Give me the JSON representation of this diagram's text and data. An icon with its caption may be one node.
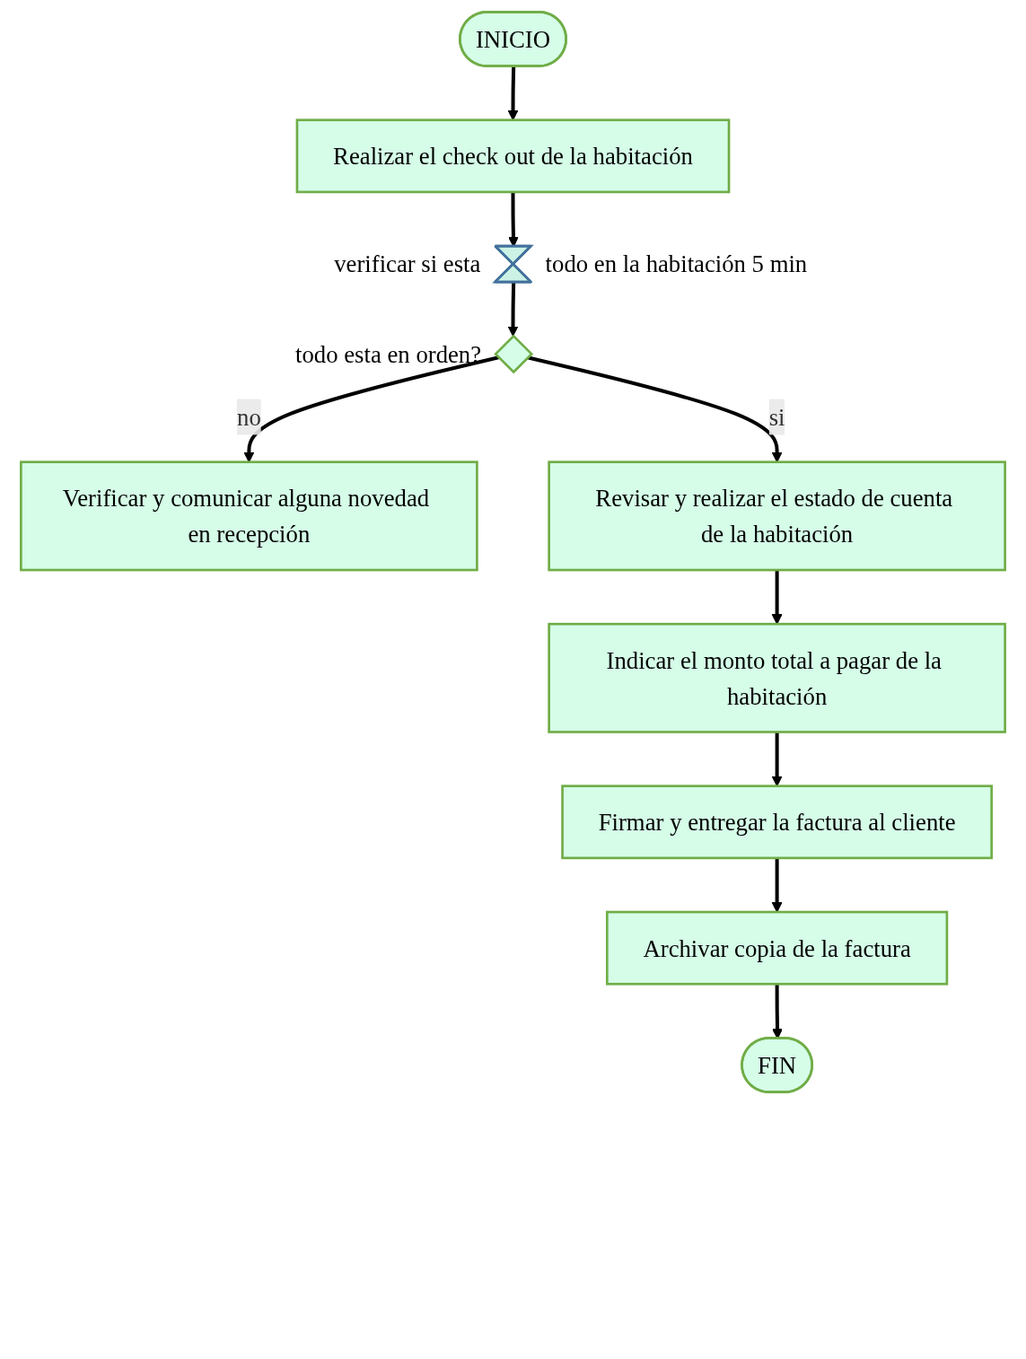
{
  "diagram": {
    "nodes": [
      {
        "text": [
          "INICIO"
        ]
      },
      {
        "text": [
          "Realizar el check out de la habitación"
        ]
      },
      {
        "text": [],
        "shape": "hourglass",
        "beside": [
          "verificar si esta",
          "todo en la habitación 5 min"
        ]
      },
      {
        "text": [],
        "shape": "diamond",
        "beside": [
          "todo esta en orden?"
        ]
      },
      {
        "text": [
          "Verificar y comunicar alguna novedad en recepción"
        ]
      },
      {
        "text": [
          "Revisar y realizar el estado de cuenta de la habitación"
        ]
      },
      {
        "text": [
          "Indicar el monto total a pagar de la habitación"
        ]
      },
      {
        "text": [
          "Firmar y entregar la factura al cliente"
        ]
      },
      {
        "text": [
          "Archivar copia de la factura"
        ]
      },
      {
        "text": [
          "FIN"
        ]
      }
    ],
    "edges": [
      {
        "from": 0,
        "to": 1,
        "arrow": "to"
      },
      {
        "from": 1,
        "to": 2,
        "arrow": "to"
      },
      {
        "from": 2,
        "to": 3,
        "arrow": "to"
      },
      {
        "from": 3,
        "to": 4,
        "arrow": "to",
        "label": "no"
      },
      {
        "from": 3,
        "to": 5,
        "arrow": "to",
        "label": "si"
      },
      {
        "from": 5,
        "to": 6,
        "arrow": "to"
      },
      {
        "from": 6,
        "to": 7,
        "arrow": "to"
      },
      {
        "from": 7,
        "to": 8,
        "arrow": "to"
      },
      {
        "from": 8,
        "to": 9,
        "arrow": "to"
      }
    ]
  }
}
